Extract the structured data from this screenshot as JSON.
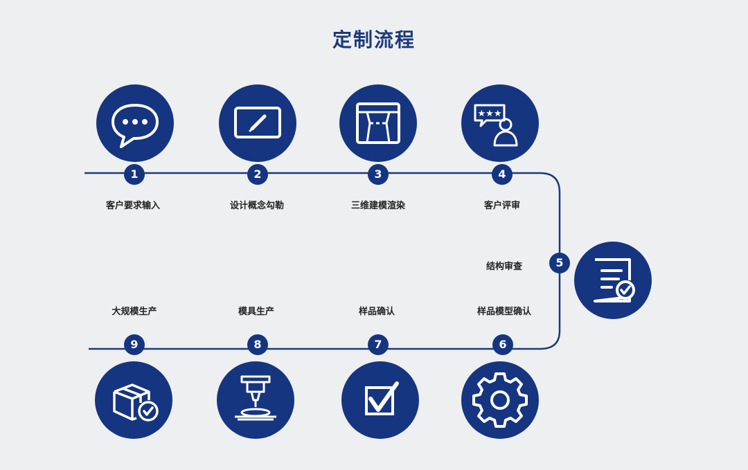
{
  "title": "定制流程",
  "colors": {
    "accent": "#163580",
    "line": "#1b3a7a",
    "background": "#eeeff1"
  },
  "steps": [
    {
      "number": "1",
      "label": "客户要求输入",
      "icon": "chat-bubble-icon"
    },
    {
      "number": "2",
      "label": "设计概念勾勒",
      "icon": "drawing-tablet-icon"
    },
    {
      "number": "3",
      "label": "三维建模渲染",
      "icon": "3d-box-icon"
    },
    {
      "number": "4",
      "label": "客户评审",
      "icon": "customer-review-icon"
    },
    {
      "number": "5",
      "label": "结构审查",
      "icon": "document-check-icon"
    },
    {
      "number": "6",
      "label": "样品模型确认",
      "icon": "gear-icon"
    },
    {
      "number": "7",
      "label": "样品确认",
      "icon": "checkbox-icon"
    },
    {
      "number": "8",
      "label": "模具生产",
      "icon": "machining-icon"
    },
    {
      "number": "9",
      "label": "大规模生产",
      "icon": "package-check-icon"
    }
  ]
}
